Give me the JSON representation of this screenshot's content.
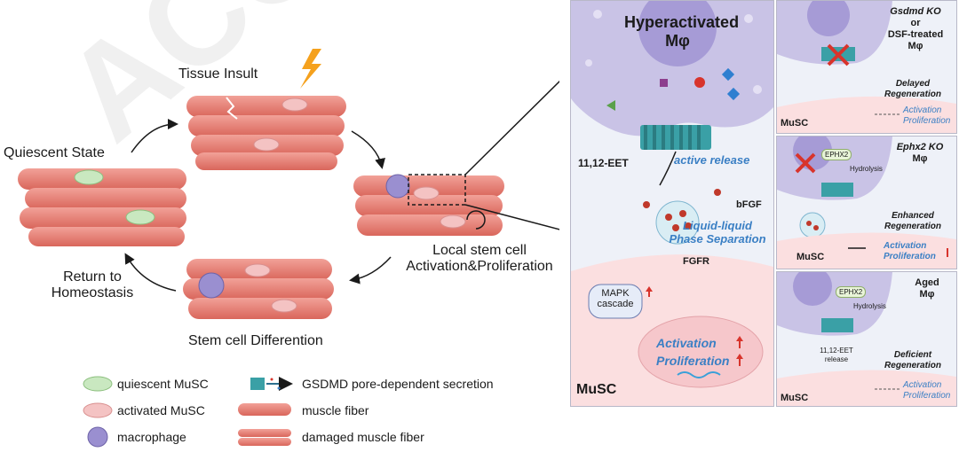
{
  "watermark": "ACCELERATED ARTICLE",
  "left_panel": {
    "tissue_insult": "Tissue Insult",
    "quiescent_state": "Quiescent State",
    "local_stem_cell_1": "Local stem cell",
    "local_stem_cell_2": "Activation&Proliferation",
    "return_1": "Return to",
    "return_2": "Homeostasis",
    "differentiation": "Stem cell Differention"
  },
  "legend": [
    {
      "label": "quiescent MuSC",
      "icon": "quiescent-musc-icon"
    },
    {
      "label": "activated MuSC",
      "icon": "activated-musc-icon"
    },
    {
      "label": "macrophage",
      "icon": "macrophage-icon"
    },
    {
      "label": "GSDMD pore-dependent secretion",
      "icon": "gsdmd-pore-icon"
    },
    {
      "label": "muscle fiber",
      "icon": "muscle-fiber-icon"
    },
    {
      "label": "damaged muscle fiber",
      "icon": "damaged-muscle-fiber-icon"
    }
  ],
  "main_panel": {
    "title_1": "Hyperactivated",
    "title_2": "Mφ",
    "eet": "11,12-EET",
    "active_release": "active release",
    "bfgf": "bFGF",
    "llps_1": "Liquid-liquid",
    "llps_2": "Phase Separation",
    "fgfr": "FGFR",
    "mapk_1": "MAPK",
    "mapk_2": "cascade",
    "activation": "Activation",
    "proliferation": "Proliferation",
    "musc": "MuSC"
  },
  "side_panels": [
    {
      "title_lines": [
        "Gsdmd KO",
        "or",
        "DSF-treated",
        "Mφ"
      ],
      "outcome_1": "Delayed",
      "outcome_2": "Regeneration",
      "activation": "Activation",
      "proliferation": "Proliferation",
      "musc": "MuSC"
    },
    {
      "title_lines": [
        "Ephx2 KO",
        "Mφ"
      ],
      "enzyme": "EPHX2",
      "hydrolysis": "Hydrolysis",
      "outcome_1": "Enhanced",
      "outcome_2": "Regeneration",
      "activation": "Activation",
      "proliferation": "Proliferation",
      "musc": "MuSC"
    },
    {
      "title_lines": [
        "Aged",
        "Mφ"
      ],
      "enzyme": "EPHX2",
      "hydrolysis": "Hydrolysis",
      "eet_release_1": "11,12-EET",
      "eet_release_2": "release",
      "outcome_1": "Deficient",
      "outcome_2": "Regeneration",
      "activation": "Activation",
      "proliferation": "Proliferation",
      "musc": "MuSC"
    }
  ],
  "colors": {
    "macrophage_purple": "#c9c3e6",
    "muscle_red": "#e8857b",
    "musc_pink": "#f8d3d6",
    "pore_teal": "#3aa0a6",
    "accent_blue": "#3a7fc4",
    "arrow_red": "#d8342c",
    "bolt_orange": "#f5a11d"
  }
}
